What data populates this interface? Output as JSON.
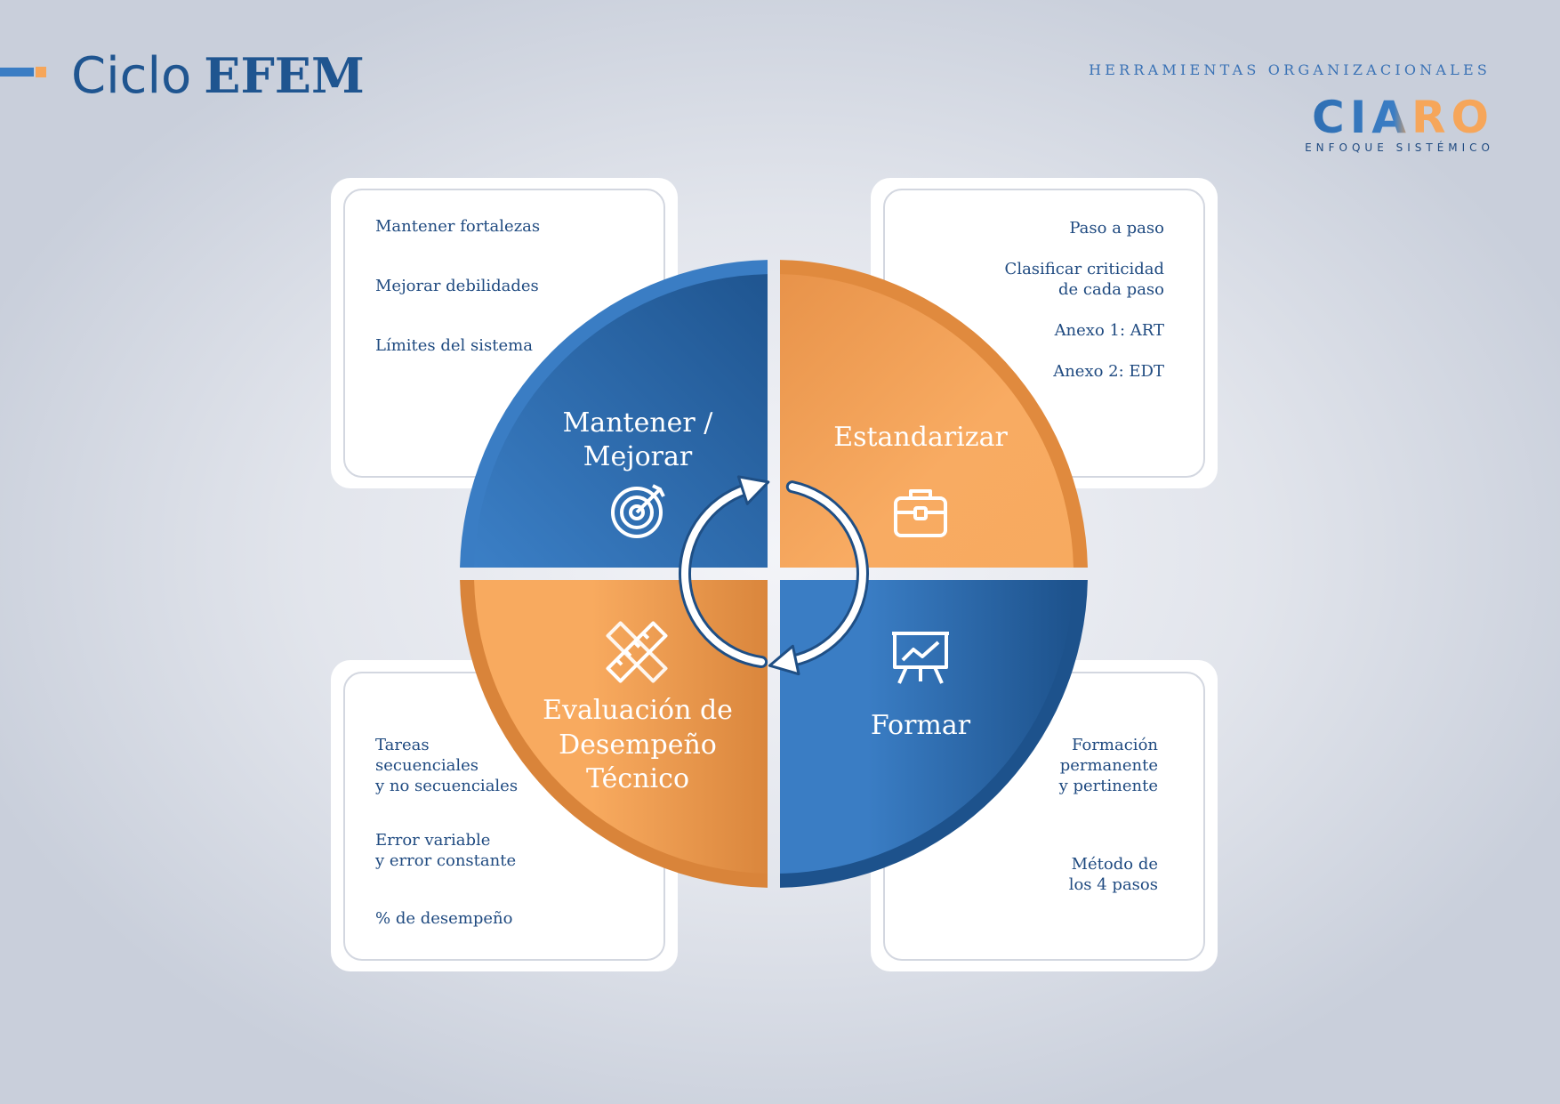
{
  "header": {
    "title_light": "Ciclo",
    "title_bold": "EFEM",
    "tagline": "HERRAMIENTAS ORGANIZACIONALES",
    "logo_text": "CIARO",
    "logo_subtitle": "ENFOQUE SISTÉMICO"
  },
  "colors": {
    "blue": "#2f6fb3",
    "blue_dark": "#1f5590",
    "orange": "#f6a65a",
    "orange_dark": "#d9843a",
    "background": "#c9cfdb"
  },
  "quadrants": {
    "top_left": {
      "label_lines": [
        "Mantener /",
        "Mejorar"
      ],
      "icon": "target-icon"
    },
    "top_right": {
      "label_lines": [
        "Estandarizar"
      ],
      "icon": "briefcase-icon"
    },
    "bottom_left": {
      "label_lines": [
        "Evaluación de",
        "Desempeño",
        "Técnico"
      ],
      "icon": "ruler-pencil-icon"
    },
    "bottom_right": {
      "label_lines": [
        "Formar"
      ],
      "icon": "presentation-board-icon"
    }
  },
  "cards": {
    "top_left": [
      "Mantener fortalezas",
      "Mejorar debilidades",
      "Límites del sistema"
    ],
    "top_right": [
      "Paso a paso",
      "Clasificar criticidad",
      "de cada paso",
      "Anexo 1: ART",
      "Anexo 2: EDT"
    ],
    "bottom_left": [
      "Tareas",
      "secuenciales",
      "y no secuenciales",
      "Error variable",
      "y error constante",
      "% de desempeño"
    ],
    "bottom_right": [
      "Formación",
      "permanente",
      "y pertinente",
      "Método de",
      "los 4 pasos"
    ]
  }
}
